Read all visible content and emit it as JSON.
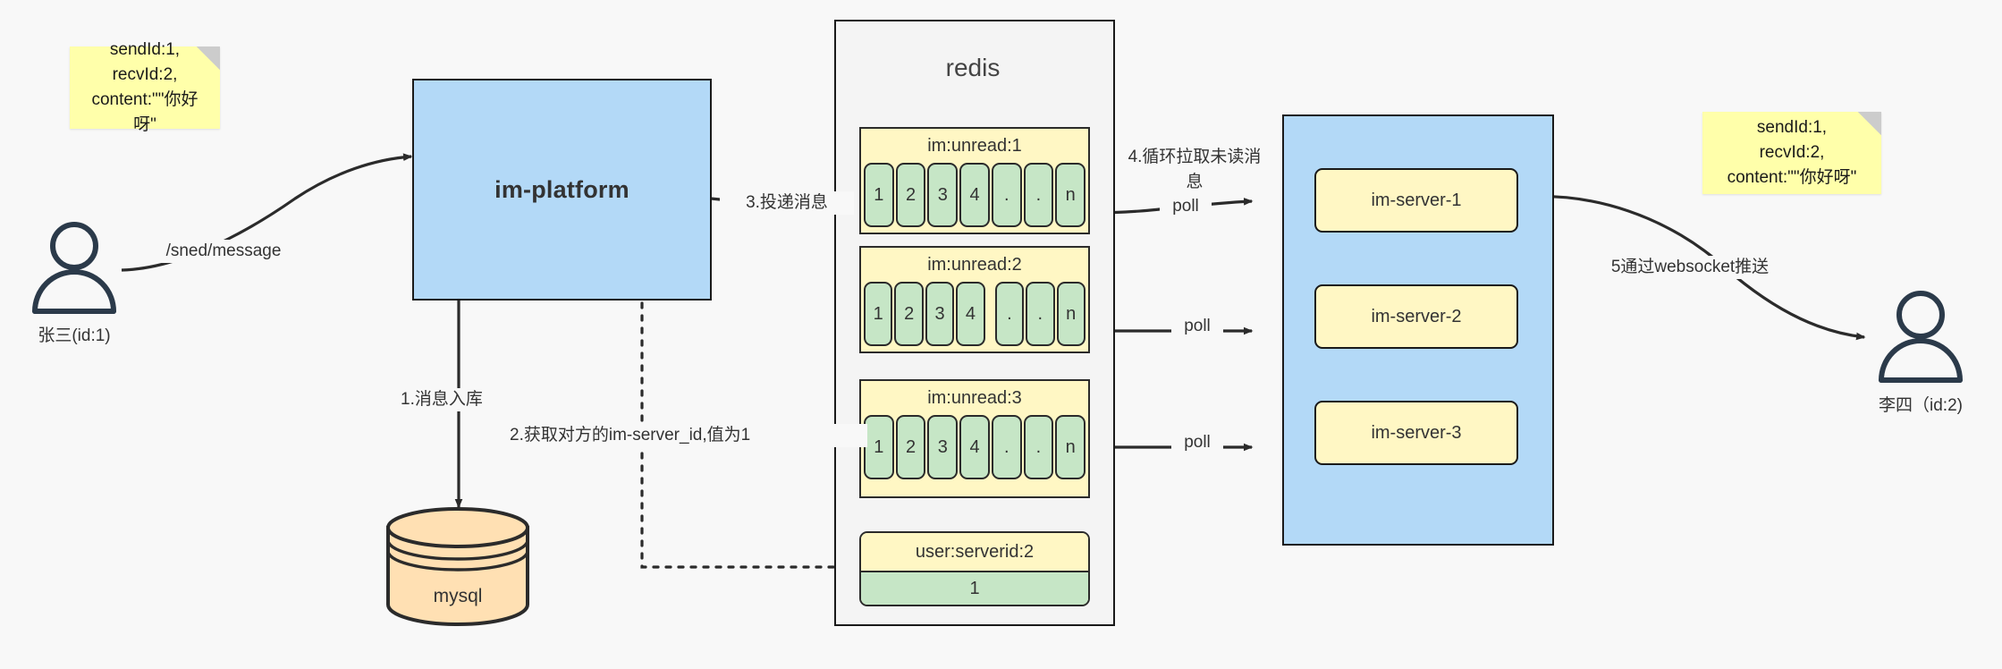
{
  "diagram": {
    "title": "IM message delivery architecture",
    "colors": {
      "note_bg": "#ffffaa",
      "blue_box": "#b3d9f7",
      "yellow_box": "#fff7c4",
      "green_cell": "#c6e6c6",
      "db_orange": "#ffe0b3",
      "stroke": "#1a1a1a",
      "canvas_bg": "#f8f8f8"
    }
  },
  "notes": {
    "left": "sendId:1,\nrecvId:2,\ncontent:\"\"你好呀\"",
    "right": "sendId:1,\nrecvId:2,\ncontent:\"\"你好呀\""
  },
  "actors": {
    "sender": {
      "label": "张三(id:1)",
      "icon": "person-icon"
    },
    "receiver": {
      "label": "李四（id:2)",
      "icon": "person-icon"
    }
  },
  "platform": {
    "label": "im-platform"
  },
  "database": {
    "label": "mysql",
    "icon": "database-cylinder-icon"
  },
  "redis": {
    "title": "redis",
    "lists": [
      {
        "key": "im:unread:1",
        "cells": [
          "1",
          "2",
          "3",
          "4",
          ".",
          ".",
          "n"
        ],
        "gapped": false
      },
      {
        "key": "im:unread:2",
        "cells": [
          "1",
          "2",
          "3",
          "4",
          ".",
          ".",
          "n"
        ],
        "gapped": true
      },
      {
        "key": "im:unread:3",
        "cells": [
          "1",
          "2",
          "3",
          "4",
          ".",
          ".",
          "n"
        ],
        "gapped": false
      }
    ],
    "kv": {
      "key": "user:serverid:2",
      "value": "1"
    }
  },
  "servers": [
    {
      "label": "im-server-1"
    },
    {
      "label": "im-server-2"
    },
    {
      "label": "im-server-3"
    }
  ],
  "edges": {
    "send_message": "/sned/message",
    "step1": "1.消息入库",
    "step2": "2.获取对方的im-server_id,值为1",
    "step3": "3.投递消息",
    "step4": "4.循环拉取未读消息",
    "poll1": "poll",
    "poll2": "poll",
    "poll3": "poll",
    "step5": "5通过websocket推送"
  }
}
